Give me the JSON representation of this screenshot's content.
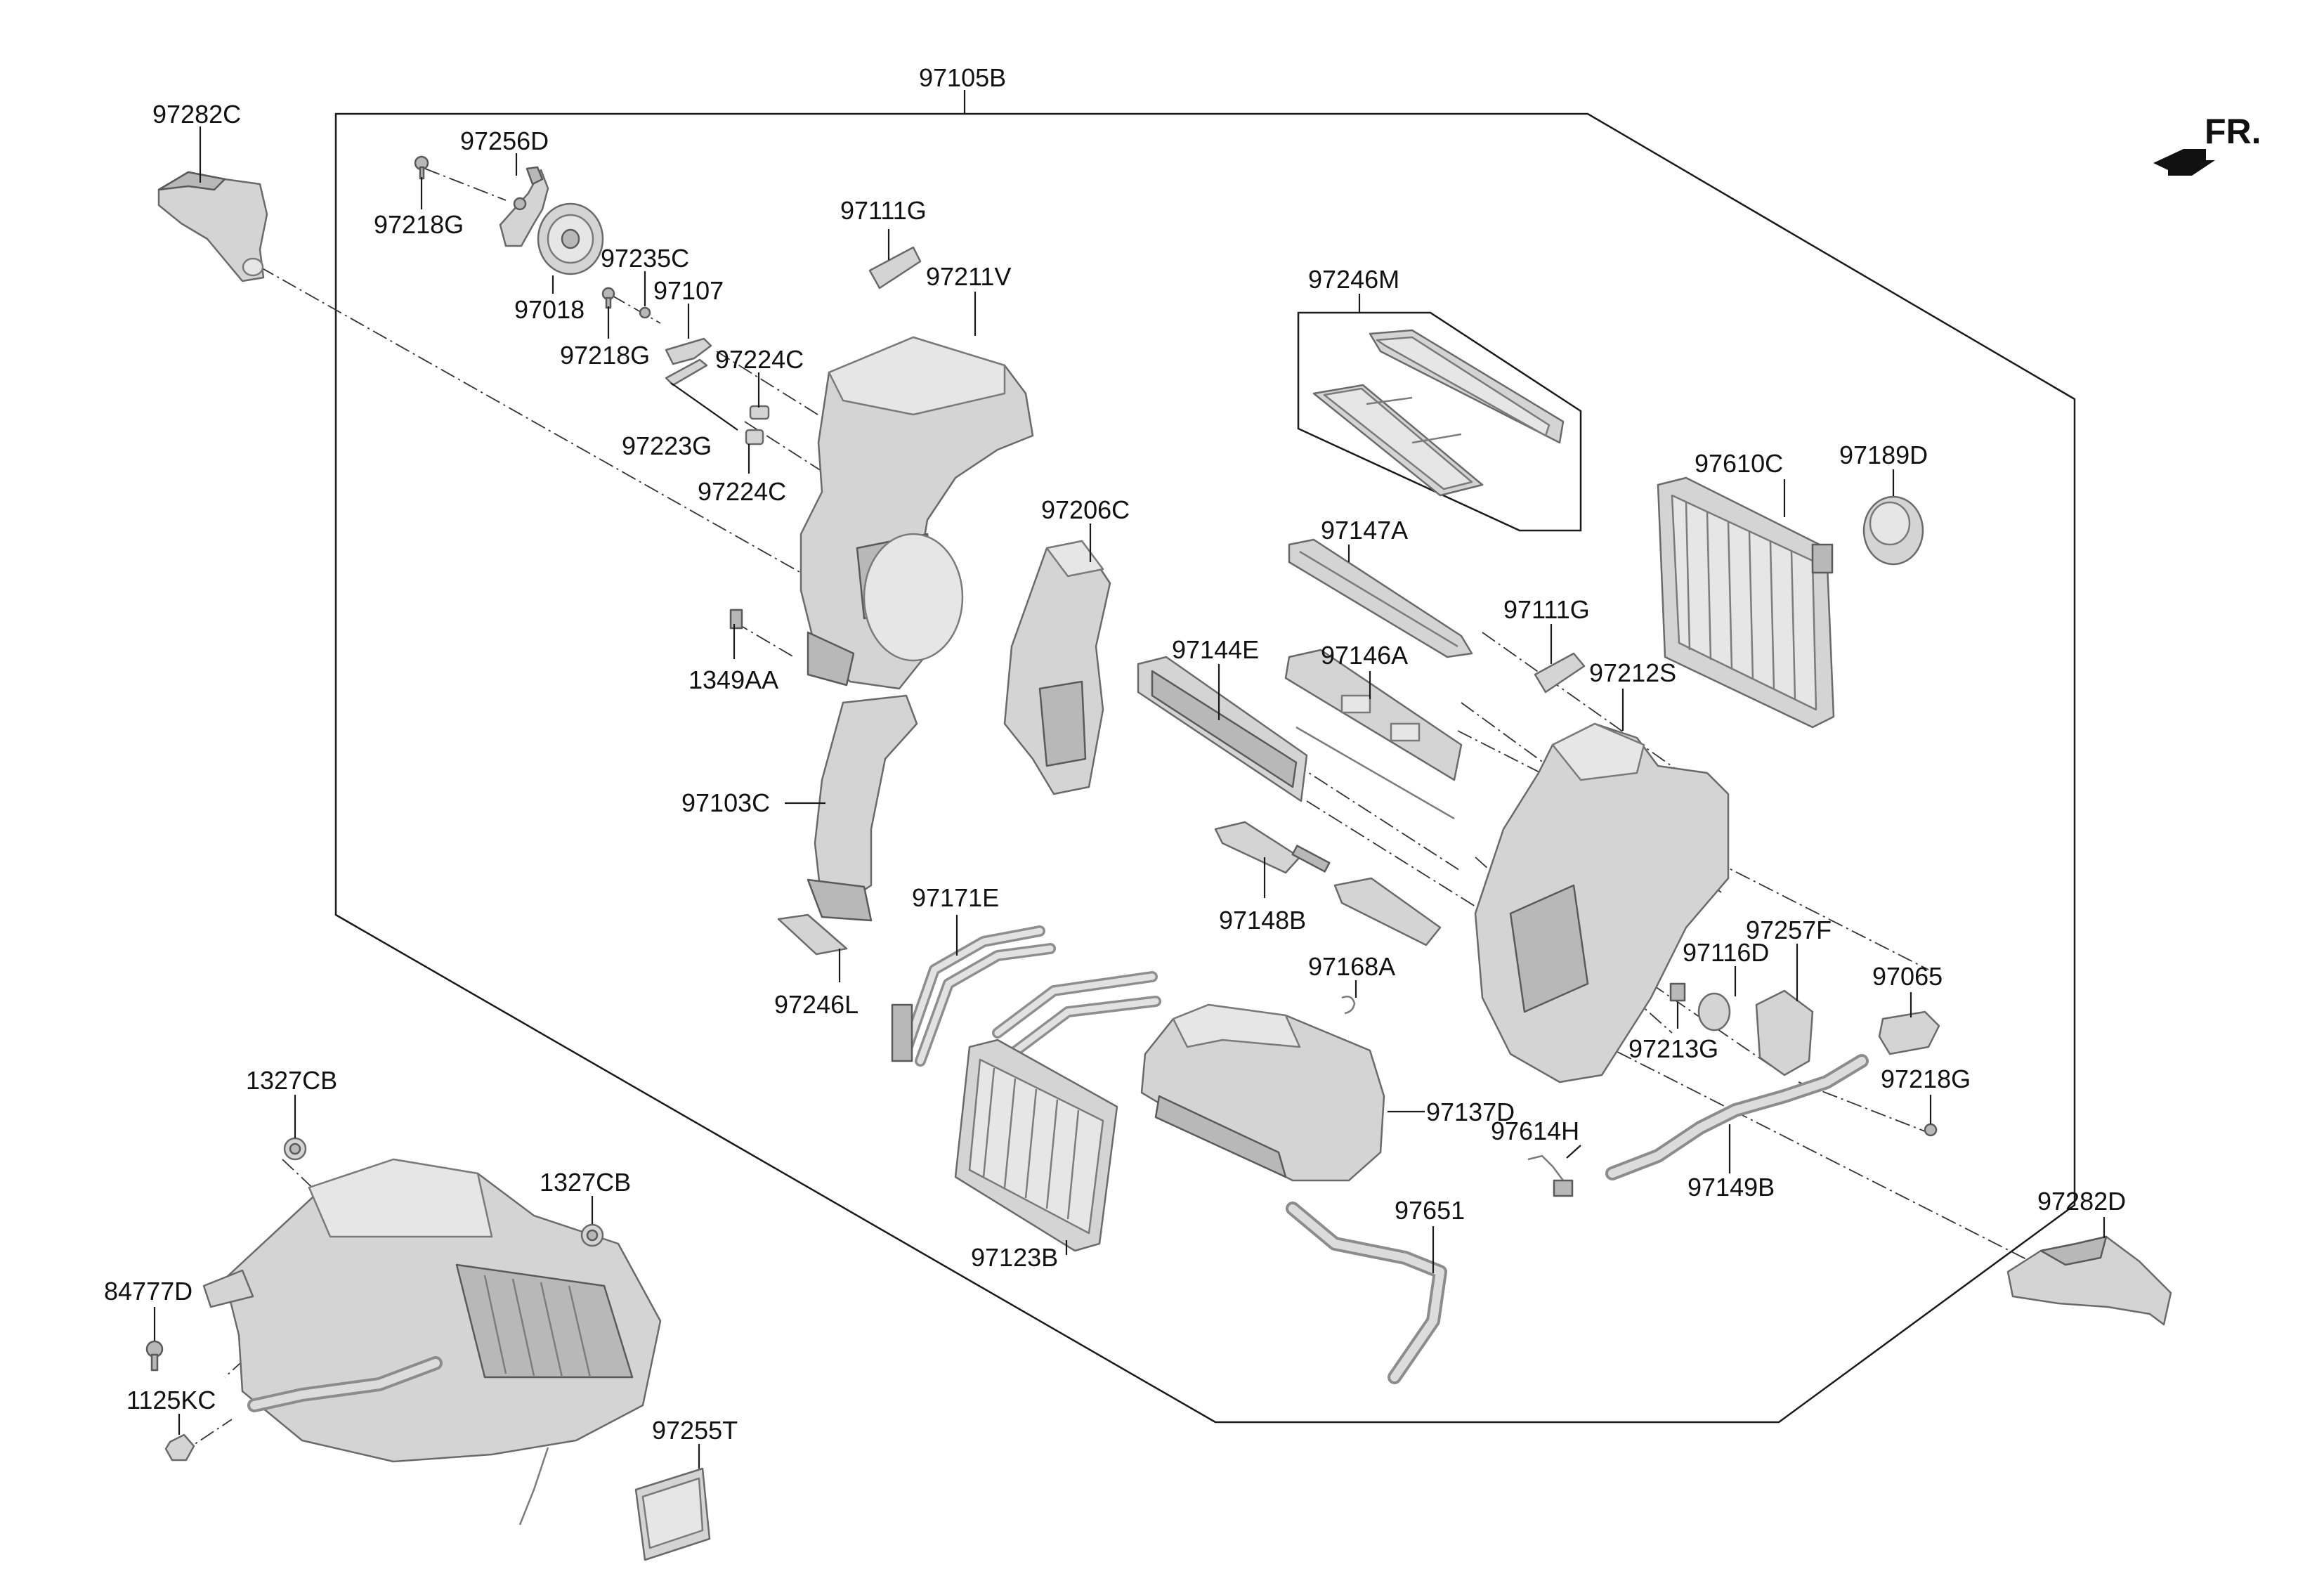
{
  "labels": {
    "assembly": "97105B",
    "duct_left": "97282C",
    "actuator_top": "97256D",
    "screw_top": "97218G",
    "gear": "97235C",
    "actuator_gear": "97018",
    "lever": "97107",
    "screw_mid": "97218G",
    "link_arm": "97224C",
    "link_mid": "97223G",
    "link_low": "97224C",
    "seal_top": "97111G",
    "upper_case": "97211V",
    "filter_frame": "97246M",
    "evaporator": "97610C",
    "valve_block": "97189D",
    "door_seal_case": "97206C",
    "door_a": "97147A",
    "seal_right": "97111G",
    "door_e": "97144E",
    "door_b": "97146A",
    "right_case": "97212S",
    "clip_1349": "1349AA",
    "lower_duct": "97103C",
    "door_c": "97148B",
    "pipe_e": "97171E",
    "clip_a": "97168A",
    "actuator_f": "97257F",
    "sensor_d": "97116D",
    "grommet": "97065",
    "cover_l": "97246L",
    "clip_g": "97213G",
    "screw_right": "97218G",
    "lower_case": "97137D",
    "harness_h": "97614H",
    "drain_hose": "97149B",
    "heater_core": "97123B",
    "drain_651": "97651",
    "duct_right": "97282D",
    "nut_top": "1327CB",
    "nut_right": "1327CB",
    "bolt_duct": "84777D",
    "bolt_bottom": "1125KC",
    "control_module": "97255T"
  },
  "orientation": {
    "text": "FR.",
    "icon": "front-arrow-icon"
  }
}
